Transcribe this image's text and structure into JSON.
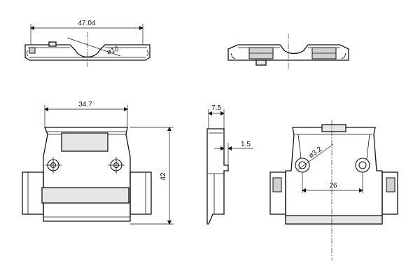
{
  "dimensions": {
    "top_width": "47.04",
    "top_arc": "ø10",
    "front_width": "34.7",
    "front_height": "42",
    "side_width": "7.5",
    "side_step": "1.5",
    "rear_hole": "ø3.2",
    "rear_pitch": "26"
  }
}
